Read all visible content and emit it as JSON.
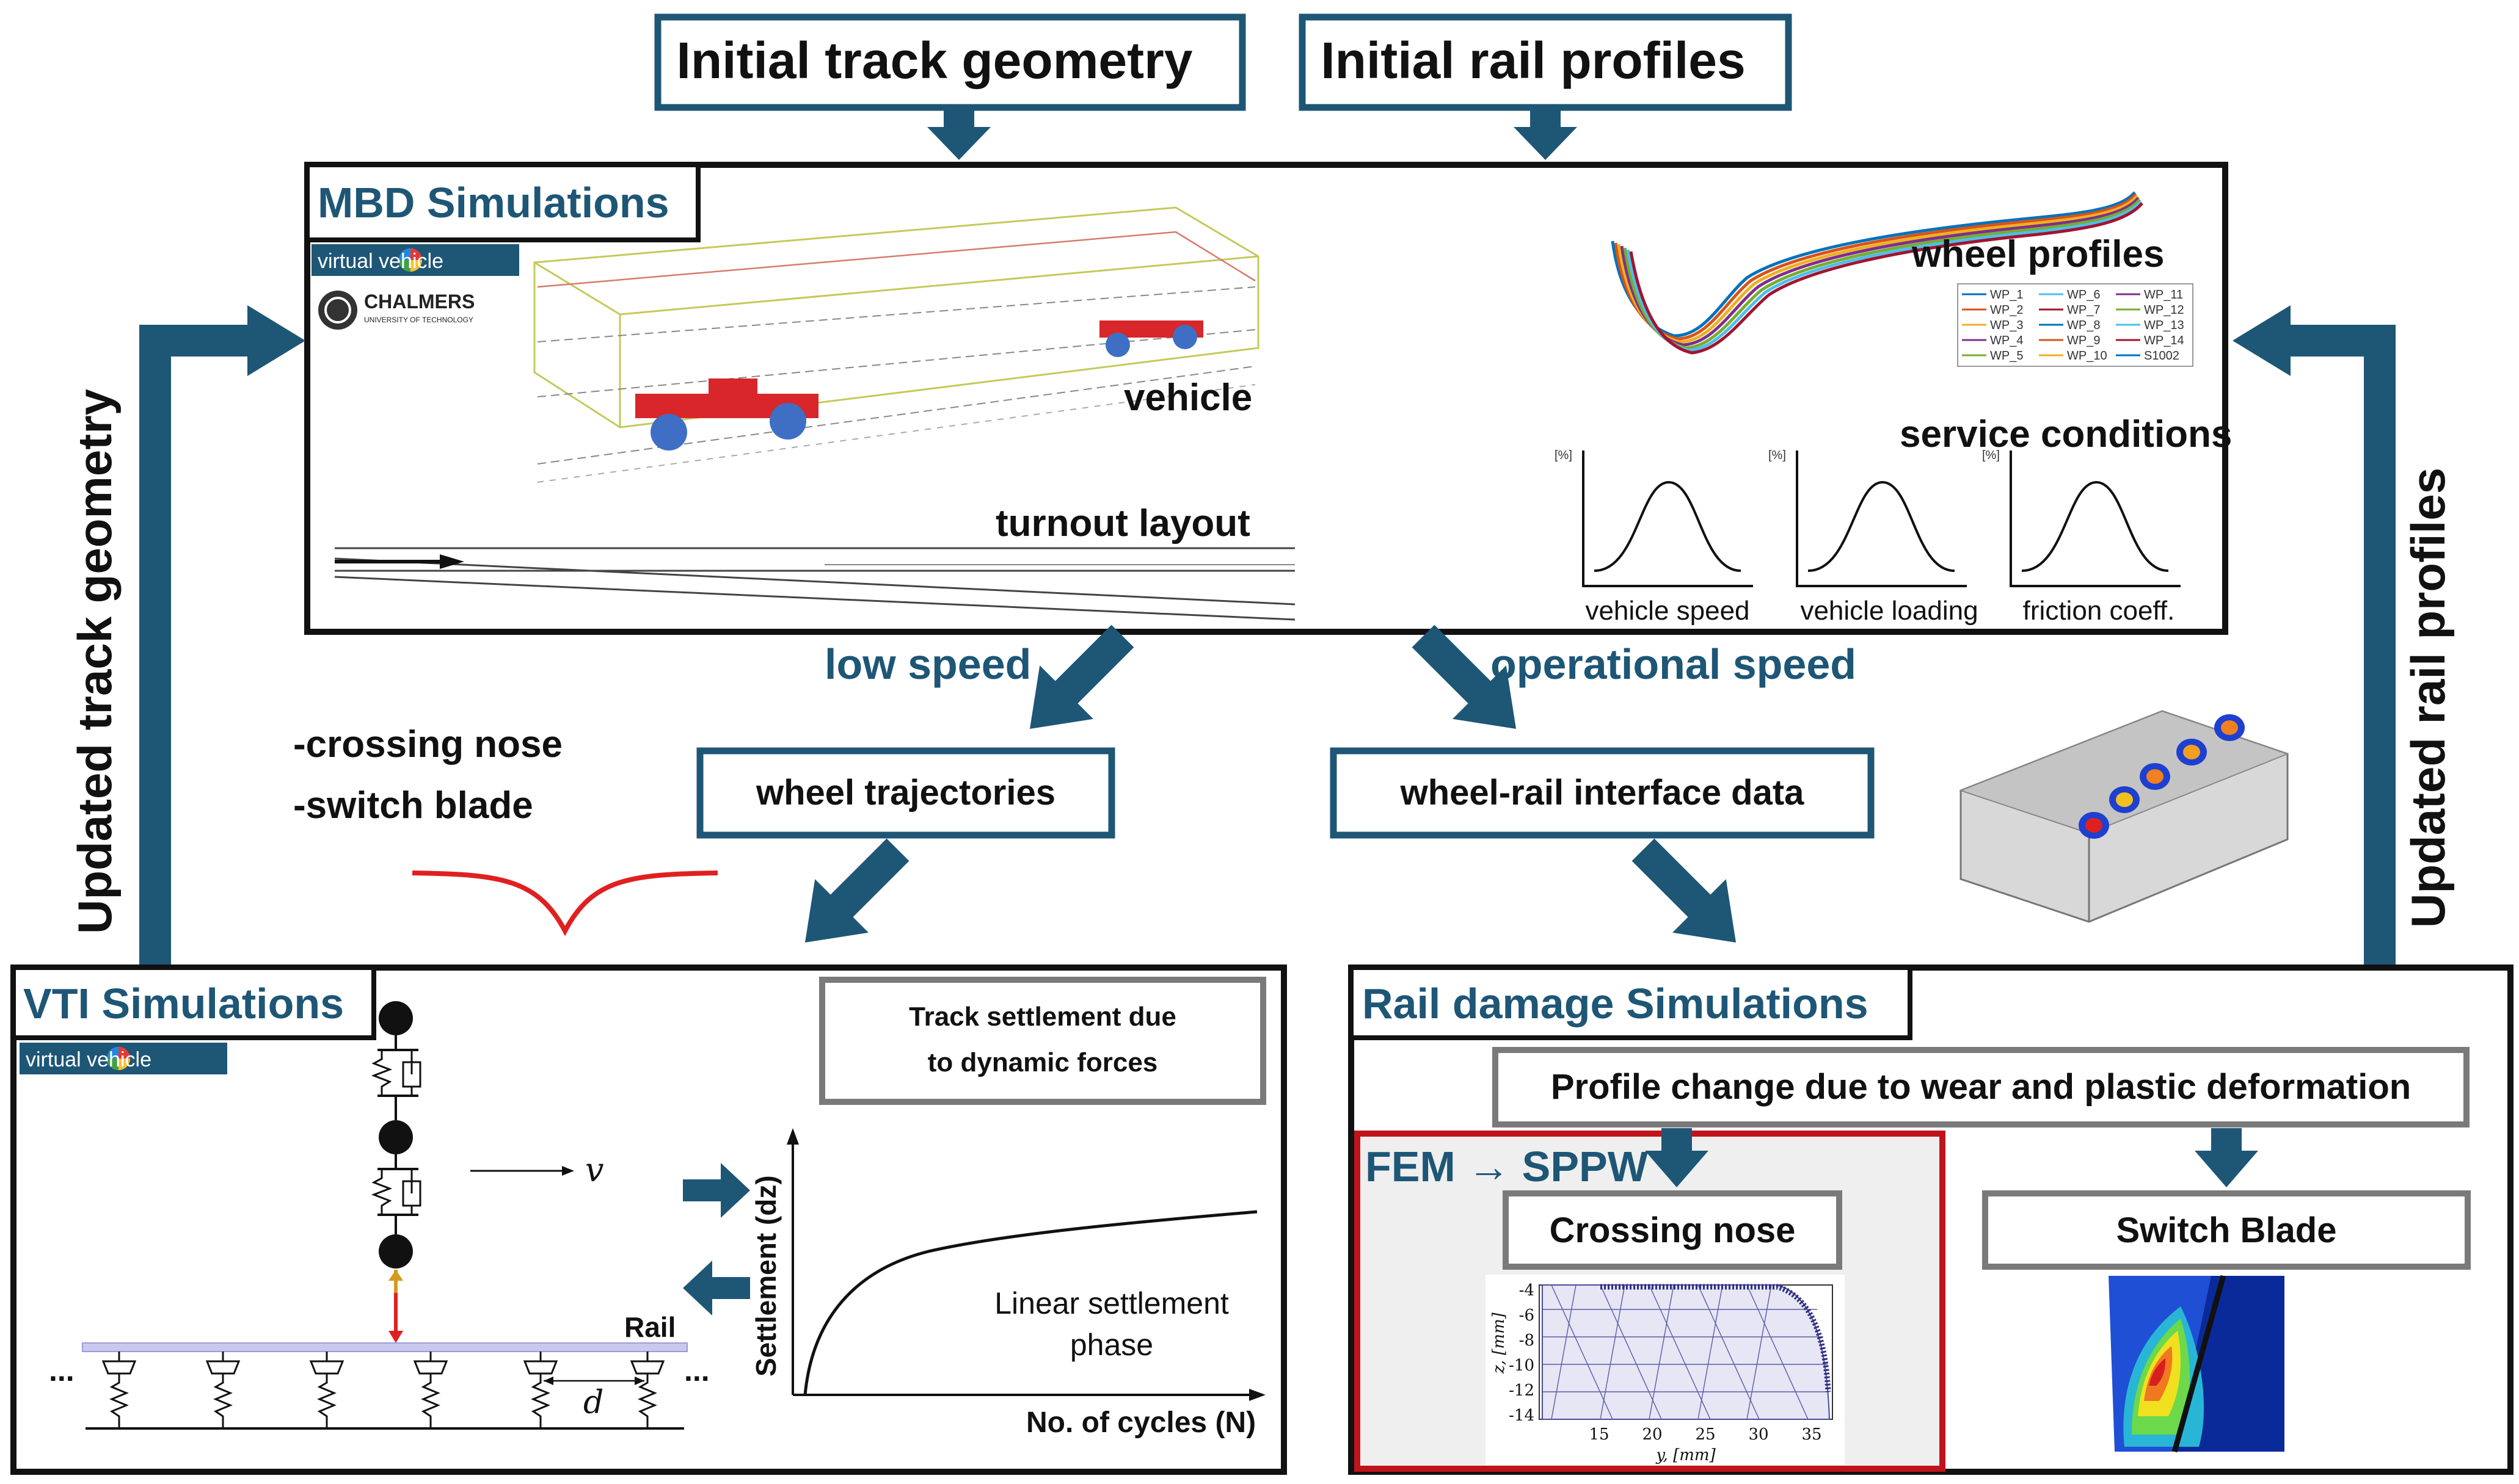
{
  "top_inputs": {
    "track_geometry": "Initial track geometry",
    "rail_profiles": "Initial rail profiles"
  },
  "mbd": {
    "title": "MBD Simulations",
    "logo_virtual_vehicle": "virtual vehicle",
    "logo_chalmers": "CHALMERS",
    "logo_chalmers_sub": "UNIVERSITY OF TECHNOLOGY",
    "vehicle_label": "vehicle",
    "turnout_label": "turnout layout",
    "wheel_profiles_label": "wheel profiles",
    "wheel_profile_legend": [
      "WP_1",
      "WP_2",
      "WP_3",
      "WP_4",
      "WP_5",
      "WP_6",
      "WP_7",
      "WP_8",
      "WP_9",
      "WP_10",
      "WP_11",
      "WP_12",
      "WP_13",
      "WP_14",
      "S1002"
    ],
    "service_conditions_label": "service conditions",
    "service_axis_unit": "[%]",
    "service_plots": [
      "vehicle speed",
      "vehicle loading",
      "friction coeff."
    ]
  },
  "flow": {
    "low_speed": "low speed",
    "operational_speed": "operational speed",
    "wheel_trajectories": "wheel trajectories",
    "wheel_rail_interface": "wheel-rail interface data",
    "bullet_1": "-crossing nose",
    "bullet_2": "-switch blade"
  },
  "sides": {
    "left": "Updated track geometry",
    "right": "Updated rail profiles"
  },
  "vti": {
    "title": "VTI Simulations",
    "logo": "virtual vehicle",
    "velocity_symbol": "v",
    "rail_label": "Rail",
    "spacing_symbol": "d",
    "ellipsis": "...",
    "settlement_box_line1": "Track settlement due",
    "settlement_box_line2": "to dynamic forces",
    "y_axis": "Settlement (dz)",
    "x_axis": "No. of cycles (N)",
    "curve_line1": "Linear settlement",
    "curve_line2": "phase"
  },
  "rail_damage": {
    "title": "Rail damage Simulations",
    "profile_change": "Profile change due to wear and plastic deformation",
    "fem": "FEM → SPPW",
    "crossing_nose": "Crossing nose",
    "switch_blade": "Switch Blade",
    "mesh_y_label": "z, [mm]",
    "mesh_x_label": "y, [mm]",
    "mesh_y_ticks": [
      "-4",
      "-6",
      "-8",
      "-10",
      "-12",
      "-14"
    ],
    "mesh_x_ticks": [
      "15",
      "20",
      "25",
      "30",
      "35"
    ]
  },
  "colors": {
    "accent": "#1e5676",
    "fem_border": "#c0141c",
    "wheel_traj": "#e02020",
    "vehicle_red": "#d8262a",
    "vehicle_blue": "#3e6fc4"
  }
}
